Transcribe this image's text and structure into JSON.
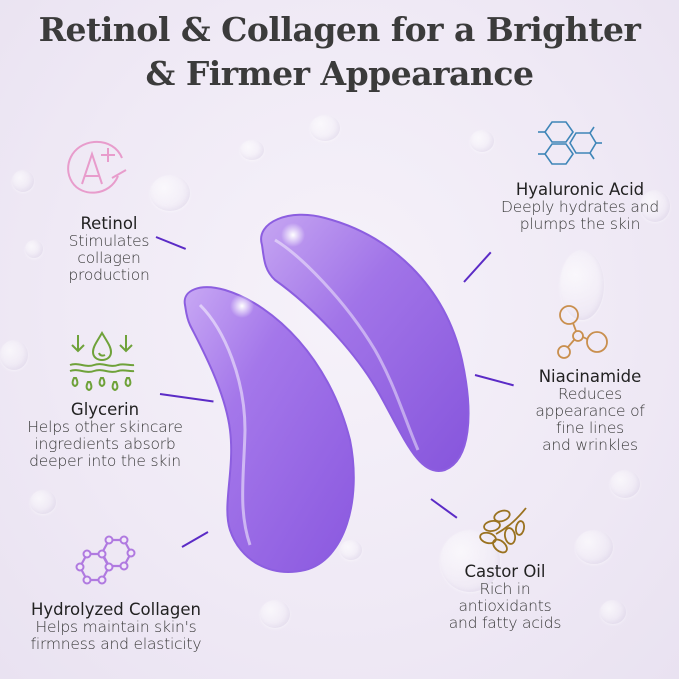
{
  "title": {
    "line1": "Retinol & Collagen for a Brighter",
    "line2": "& Firmer Appearance"
  },
  "colors": {
    "title": "#3b3b3b",
    "connector": "#5b2bc6",
    "patch": "#9a6be0",
    "retinol_icon": "#e89ccc",
    "hyaluronic_icon": "#3f86b8",
    "niacinamide_icon": "#c98f4e",
    "glycerin_icon": "#6fa23a",
    "collagen_icon": "#b07ae0",
    "castor_icon": "#9a7220"
  },
  "ingredients": {
    "retinol": {
      "icon": "a-plus-circle-icon",
      "name": "Retinol",
      "desc": "Stimulates\ncollagen\nproduction"
    },
    "hyaluronic": {
      "icon": "hexagon-molecule-icon",
      "name": "Hyaluronic Acid",
      "desc": "Deeply hydrates and\nplumps the skin"
    },
    "glycerin": {
      "icon": "water-absorb-icon",
      "name": "Glycerin",
      "desc": "Helps other skincare\ningredients absorb\ndeeper into the skin"
    },
    "niacinamide": {
      "icon": "molecule-nodes-icon",
      "name": "Niacinamide",
      "desc": "Reduces\nappearance of\nfine lines\nand wrinkles"
    },
    "collagen": {
      "icon": "collagen-structure-icon",
      "name": "Hydrolyzed Collagen",
      "desc": "Helps maintain skin's\nfirmness and elasticity"
    },
    "castor": {
      "icon": "castor-seeds-icon",
      "name": "Castor Oil",
      "desc": "Rich in\nantioxidants\nand fatty acids"
    }
  }
}
